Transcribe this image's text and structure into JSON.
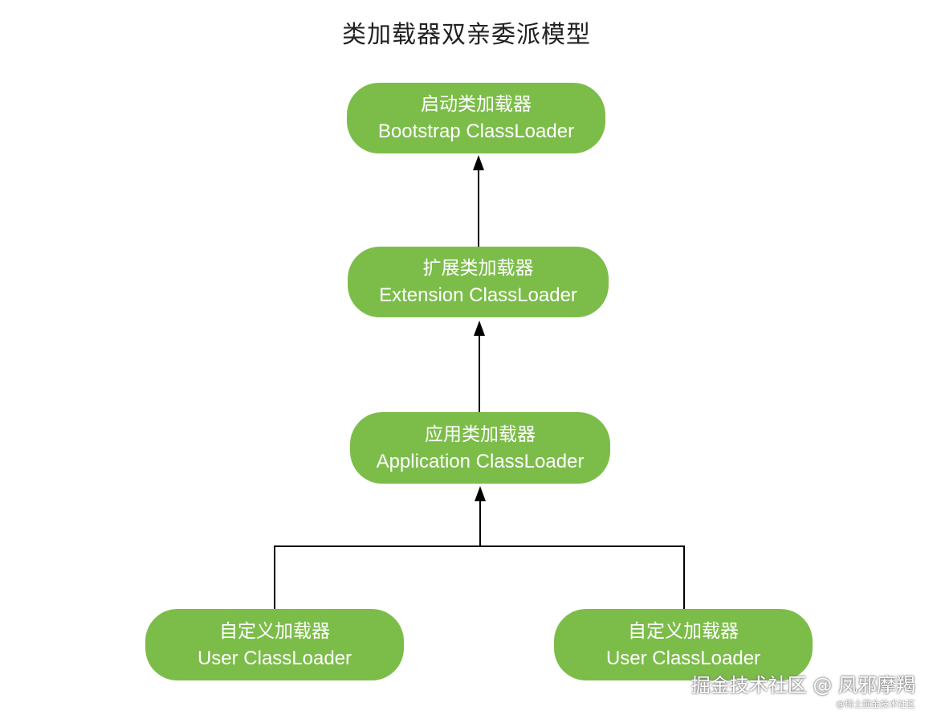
{
  "title": "类加载器双亲委派模型",
  "colors": {
    "node_fill": "#7cbd4a",
    "edge": "#000000"
  },
  "nodes": [
    {
      "id": "bootstrap",
      "cn": "启动类加载器",
      "en": "Bootstrap ClassLoader"
    },
    {
      "id": "extension",
      "cn": "扩展类加载器",
      "en": "Extension ClassLoader"
    },
    {
      "id": "application",
      "cn": "应用类加载器",
      "en": "Application ClassLoader"
    },
    {
      "id": "user1",
      "cn": "自定义加载器",
      "en": "User ClassLoader"
    },
    {
      "id": "user2",
      "cn": "自定义加载器",
      "en": "User ClassLoader"
    }
  ],
  "edges": [
    {
      "from": "extension",
      "to": "bootstrap"
    },
    {
      "from": "application",
      "to": "extension"
    },
    {
      "from": "user1",
      "to": "application"
    },
    {
      "from": "user2",
      "to": "application"
    }
  ],
  "watermark": {
    "main": "掘金技术社区 @ 凤邪摩羯",
    "small": "@稀土掘金技术社区"
  }
}
